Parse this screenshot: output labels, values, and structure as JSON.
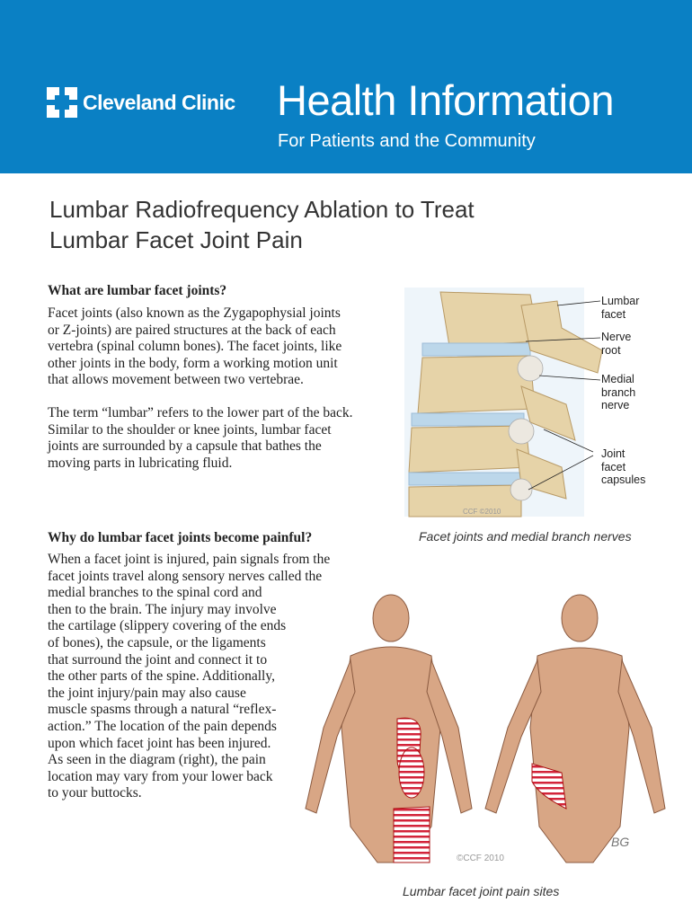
{
  "header": {
    "logo_text": "Cleveland Clinic",
    "title": "Health Information",
    "subtitle": "For Patients and the Community",
    "background_color": "#0a80c4"
  },
  "document": {
    "title_lines": [
      "Lumbar Radiofrequency Ablation to Treat",
      "Lumbar Facet Joint Pain"
    ],
    "sections": [
      {
        "heading": "What are lumbar facet joints?",
        "paragraphs": [
          [
            "Facet joints (also known as the Zygapophysial joints",
            "or Z-joints) are paired structures at the back of each",
            "vertebra (spinal column bones). The facet joints, like",
            "other joints in the body, form a working motion unit",
            "that allows movement between two vertebrae."
          ],
          [
            "The term “lumbar” refers to the lower part of the back.",
            "Similar to the shoulder or knee joints, lumbar facet",
            "joints are surrounded by a capsule that bathes the",
            "moving parts in lubricating fluid."
          ]
        ]
      },
      {
        "heading": "Why do lumbar facet joints become painful?",
        "paragraphs": [
          [
            "When a facet joint is injured, pain signals from the",
            "facet joints travel along sensory nerves called the",
            "medial branches to the spinal cord and",
            "then to the brain. The injury may involve",
            "the cartilage (slippery covering of the ends",
            "of bones), the capsule, or the ligaments",
            "that surround the joint and connect it to",
            "the other parts of the spine. Additionally,",
            "the joint injury/pain may also cause",
            "muscle spasms through a natural “reflex-",
            "action.” The location of the pain depends",
            "upon which facet joint has been injured.",
            "As seen in the diagram (right), the pain",
            "location may vary from your lower back",
            "to your buttocks."
          ]
        ]
      }
    ]
  },
  "figure1": {
    "labels": [
      "Lumbar facet",
      "Nerve root",
      "Medial branch nerve",
      "Joint facet capsules"
    ],
    "label_lines": [
      [
        "Lumbar",
        "facet"
      ],
      [
        "Nerve",
        "root"
      ],
      [
        "Medial",
        "branch",
        "nerve"
      ],
      [
        "Joint",
        "facet",
        "capsules"
      ]
    ],
    "watermark": "CCF ©2010",
    "caption": "Facet joints and medial branch nerves"
  },
  "figure2": {
    "copyright": "©CCF 2010",
    "signature": "BG",
    "caption": "Lumbar facet joint pain sites"
  }
}
